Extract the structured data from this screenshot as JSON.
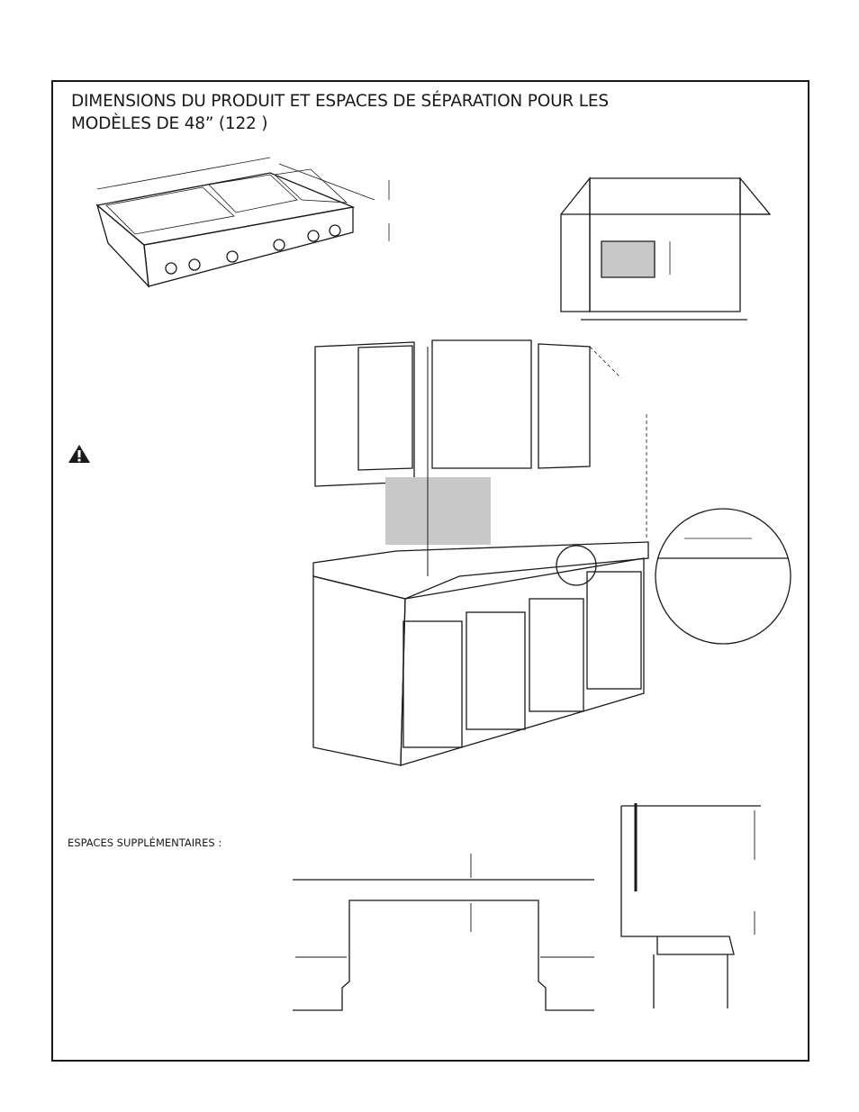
{
  "document": {
    "title_line1": "DIMENSIONS DU PRODUIT ET ESPACES DE SÉPARATION POUR LES",
    "title_line2": "MODÈLES DE 48” (122       )",
    "additional_clearances_label": "ESPACES SUPPLÉMENTAIRES :",
    "icons": [
      "warning-icon"
    ],
    "colors": {
      "ink": "#1a1a1a",
      "shading": "#c8c8c8"
    }
  }
}
